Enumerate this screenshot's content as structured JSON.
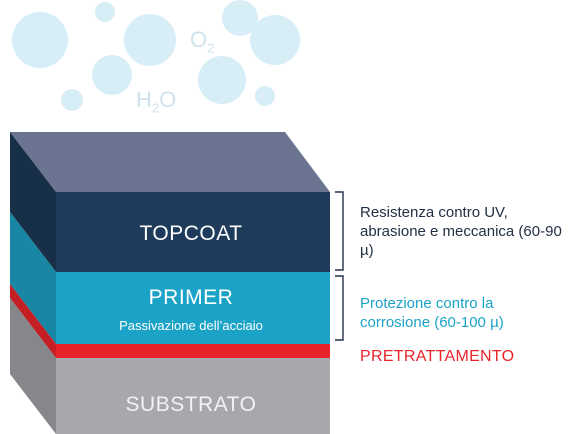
{
  "molecules": {
    "o2": {
      "main": "O",
      "sub": "2"
    },
    "h2o": {
      "pre": "H",
      "sub": "2",
      "post": "O"
    }
  },
  "layers": {
    "topcoat": {
      "label": "TOPCOAT",
      "color": "#1f3b5c"
    },
    "primer": {
      "label": "PRIMER",
      "sublabel": "Passivazione dell’acciaio",
      "color": "#1aa3c6"
    },
    "pretreatment": {
      "color": "#e8232a"
    },
    "substrate": {
      "label": "SUBSTRATO",
      "color": "#a7a8ac"
    },
    "top_face_color": "#6b7592"
  },
  "descriptions": {
    "topcoat": "Resistenza contro UV, abrasione e meccanica (60-90 µ)",
    "primer": "Protezione contro la corrosione (60-100 µ)",
    "pretreatment": "PRETRATTAMENTO"
  },
  "colors": {
    "bubble": "#d7eef7",
    "bracket": "#223046",
    "primer_text": "#1aa3c6",
    "pretreatment_text": "#e8232a"
  }
}
